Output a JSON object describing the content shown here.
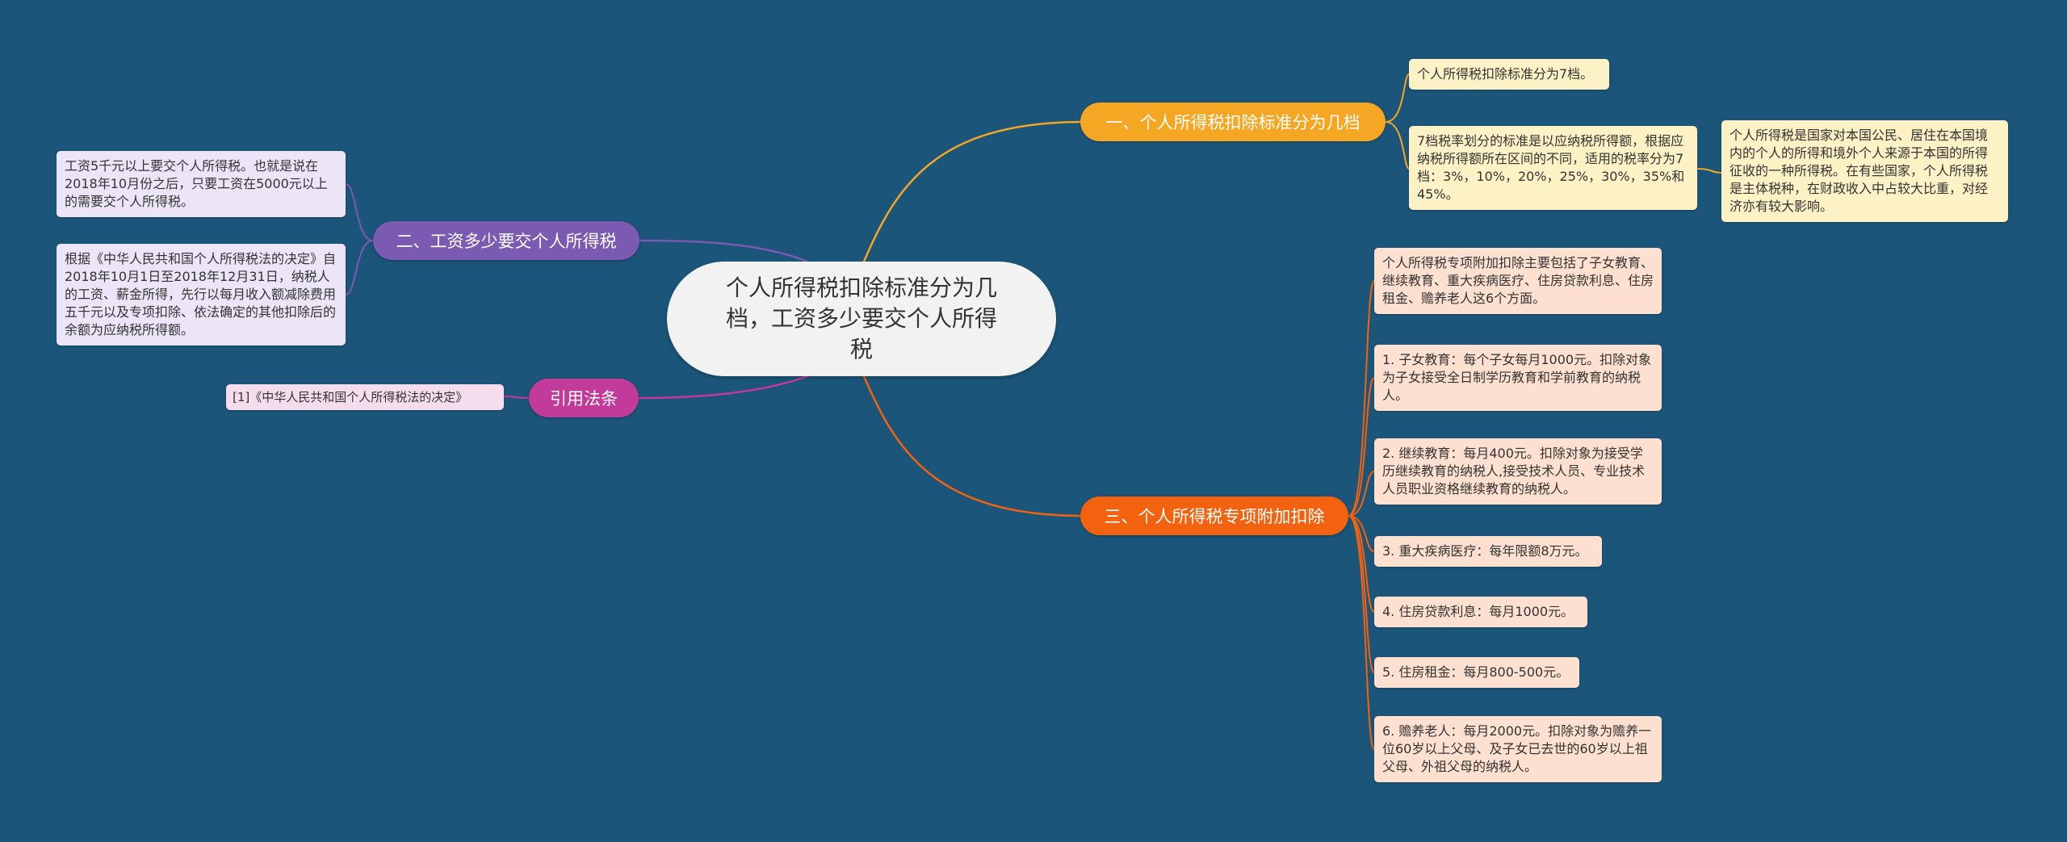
{
  "root": {
    "label": "个人所得税扣除标准分为几档，工资多少要交个人所得税"
  },
  "branches": {
    "b1": {
      "label": "一、个人所得税扣除标准分为几档",
      "leaves": [
        "个人所得税扣除标准分为7档。",
        "7档税率划分的标准是以应纳税所得额，根据应纳税所得额所在区间的不同，适用的税率分为7档：3%，10%，20%，25%，30%，35%和45%。"
      ],
      "sub_leaf": "个人所得税是国家对本国公民、居住在本国境内的个人的所得和境外个人来源于本国的所得征收的一种所得税。在有些国家，个人所得税是主体税种，在财政收入中占较大比重，对经济亦有较大影响。"
    },
    "b2": {
      "label": "二、工资多少要交个人所得税",
      "leaves": [
        "工资5千元以上要交个人所得税。也就是说在2018年10月份之后，只要工资在5000元以上的需要交个人所得税。",
        "根据《中华人民共和国个人所得税法的决定》自2018年10月1日至2018年12月31日，纳税人的工资、薪金所得，先行以每月收入额减除费用五千元以及专项扣除、依法确定的其他扣除后的余额为应纳税所得额。"
      ]
    },
    "b3": {
      "label": "三、个人所得税专项附加扣除",
      "leaves": [
        "个人所得税专项附加扣除主要包括了子女教育、继续教育、重大疾病医疗、住房贷款利息、住房租金、赡养老人这6个方面。",
        "1. 子女教育：每个子女每月1000元。扣除对象为子女接受全日制学历教育和学前教育的纳税人。",
        "2. 继续教育：每月400元。扣除对象为接受学历继续教育的纳税人,接受技术人员、专业技术人员职业资格继续教育的纳税人。",
        "3. 重大疾病医疗：每年限额8万元。",
        "4. 住房贷款利息：每月1000元。",
        "5. 住房租金：每月800-500元。",
        "6. 赡养老人：每月2000元。扣除对象为赡养一位60岁以上父母、及子女已去世的60岁以上祖父母、外祖父母的纳税人。"
      ]
    },
    "b4": {
      "label": "引用法条",
      "leaves": [
        "[1]《中华人民共和国个人所得税法的决定》"
      ]
    }
  },
  "colors": {
    "background": "#1b5579",
    "branch1": "#f5a623",
    "branch2": "#7b5ab1",
    "branch3": "#f2620f",
    "branch4": "#c23a9a"
  }
}
